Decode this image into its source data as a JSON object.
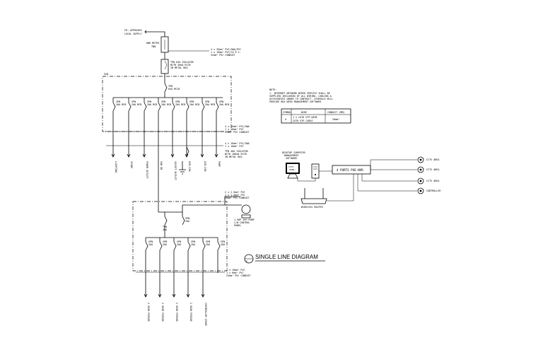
{
  "diagram": {
    "title": "SINGLE LINE DIAGRAM",
    "title_symbol": "E-"
  },
  "supply": {
    "source_label_1": "FR: APPROVED",
    "source_label_2": "LOCAL SUPPLY",
    "meter_label": "KWH METER",
    "meter_sub": "TNB",
    "cable_1": "4 x 35mm² PVC/SWA/PVC",
    "cable_2": "1 x 16mm² PVC/CU E.C.",
    "cable_3": "32mm² PVC CONDUIT",
    "isolator_1": "TPN 63A ISOLATOR",
    "isolator_2": "WITH 30mA RCCB",
    "isolator_3": "IN METAL BOX"
  },
  "main_board": {
    "board_label": "SSB",
    "incomer_1": "TPN",
    "incomer_2": "63A MCCB",
    "breaker_1": "SPN",
    "breaker_2": "20A MCB",
    "out_cable_1": "4 x 16mm² PVC/SWA",
    "out_cable_2": "1 x 10mm² PVC",
    "out_cable_3": "25mm² PVC CONDUIT",
    "mid_cable_1": "4 x 16mm² PVC/SWA",
    "mid_cable_2": "1 x 10mm² PVC",
    "mid_iso_1": "TPN 40A ISOLATOR",
    "mid_iso_2": "WITH 100mA RCCB",
    "mid_iso_3": "IN METAL BOX",
    "outgoing": [
      "LIGHTING",
      "SPARE",
      "POWER OUTLET",
      "SOCKET OUTLET",
      "AIR-CON",
      "SUB DB",
      "AIR-CON",
      "PUMP"
    ]
  },
  "sub_board": {
    "pump_cable_1": "2 x 2.5mm² PVC",
    "pump_cable_2": "1 x 1.5mm² PVC",
    "pump_cable_3": "20mm² PVC CONDUIT",
    "pump_label_1": "1.5HP 1PH PUMP",
    "pump_label_2": "C/W CONTROL",
    "pump_label_3": "PANEL",
    "incomer_1": "TPN",
    "incomer_2": "40A",
    "incomer_side_1": "SPN",
    "incomer_side_2": "20A",
    "breaker_1": "SPN",
    "breaker_2": "20A",
    "out_cable_1": "4 x 10mm² PVC",
    "out_cable_2": "1 x 6mm² PVC",
    "out_cable_3": "25mm² PVC CONDUIT",
    "outgoing": [
      "2 DOOR FEEDER",
      "2 DOOR FEEDER",
      "2 DOOR FEEDER",
      "2 DOOR FEEDER",
      "2 DOOR FEEDER",
      "CONTROLLER SPARE"
    ]
  },
  "note": {
    "heading": "NOTE:",
    "line_1": "1. INTERNET NETWORK WIRED SERVICE SHALL BE",
    "line_2": "SUPPLIED INCLUDING OF ALL WIRING, CABLING &",
    "line_3": "ACCESSORIES UNDER TH CONTRACT. SCHEDULE WILL",
    "line_4": "PROVIDE BOX NEED MANAGEMENT SOFTWARE"
  },
  "cable_table": {
    "headers": [
      "SYMBOL",
      "WIRE",
      "CONDUIT (MM)"
    ],
    "row": [
      "A",
      "1 x CAT6 UTP WIRE",
      "20mm²"
    ],
    "row_line2": "CAT6 UTP CABLE"
  },
  "network": {
    "pc_label_1": "DESKTOP COMPUTER",
    "pc_label_2": "MANAGEMENT",
    "pc_label_3": "SOFTWARE",
    "monitor_text_1": "CCTV",
    "monitor_text_2": "VIEW",
    "nvr_label": "4 PORTS POE-NVR",
    "router_label": "WIRELESS ROUTER",
    "cameras": [
      "CCTV AREA",
      "CCTV AREA",
      "CCTV AREA",
      "CONTROLLER"
    ]
  }
}
